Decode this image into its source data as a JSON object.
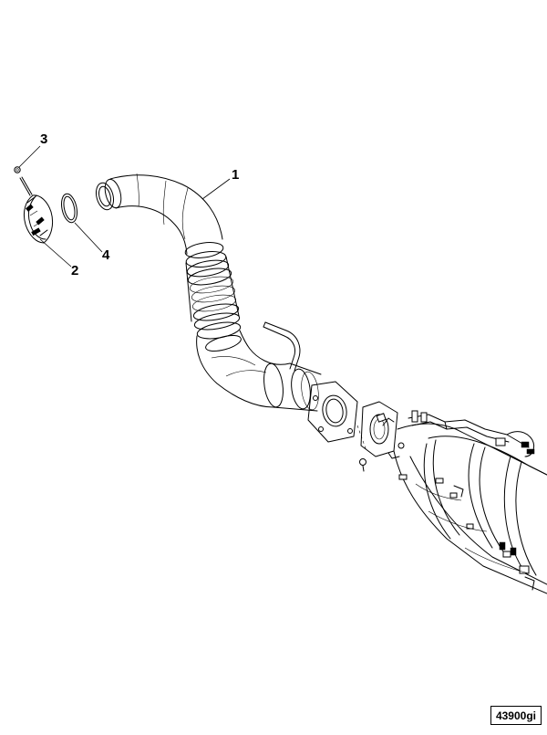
{
  "callouts": [
    {
      "id": "callout-1",
      "text": "1"
    },
    {
      "id": "callout-2",
      "text": "2"
    },
    {
      "id": "callout-3",
      "text": "3"
    },
    {
      "id": "callout-4",
      "text": "4"
    }
  ],
  "figure_id": "43900gi",
  "parts": [
    {
      "callout": "1",
      "part": "exhaust-downpipe"
    },
    {
      "callout": "2",
      "part": "v-band-clamp"
    },
    {
      "callout": "3",
      "part": "clamp-nut"
    },
    {
      "callout": "4",
      "part": "gasket-ring"
    }
  ]
}
